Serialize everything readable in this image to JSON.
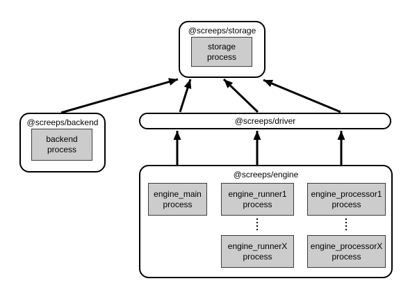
{
  "colors": {
    "background": "#ffffff",
    "node_fill": "#ffffff",
    "process_fill": "#cccccc",
    "border": "#000000",
    "arrow": "#000000",
    "text": "#000000"
  },
  "nodes": {
    "storage": {
      "title": "@screeps/storage",
      "process": {
        "lines": [
          "storage",
          "process"
        ]
      }
    },
    "backend": {
      "title": "@screeps/backend",
      "process": {
        "lines": [
          "backend",
          "process"
        ]
      }
    },
    "driver": {
      "title": "@screeps/driver"
    },
    "engine": {
      "title": "@screeps/engine",
      "processes": {
        "main": {
          "lines": [
            "engine_main",
            "process"
          ]
        },
        "runner1": {
          "lines": [
            "engine_runner1",
            "process"
          ]
        },
        "runnerX": {
          "lines": [
            "engine_runnerX",
            "process"
          ]
        },
        "processor1": {
          "lines": [
            "engine_processor1",
            "process"
          ]
        },
        "processorX": {
          "lines": [
            "engine_processorX",
            "process"
          ]
        }
      }
    }
  },
  "edges": [
    {
      "from": "backend",
      "to": "storage"
    },
    {
      "from": "driver",
      "to": "storage"
    },
    {
      "from": "driver",
      "to": "storage"
    },
    {
      "from": "driver",
      "to": "storage"
    },
    {
      "from": "engine",
      "to": "driver"
    },
    {
      "from": "engine",
      "to": "driver"
    },
    {
      "from": "engine",
      "to": "driver"
    }
  ]
}
